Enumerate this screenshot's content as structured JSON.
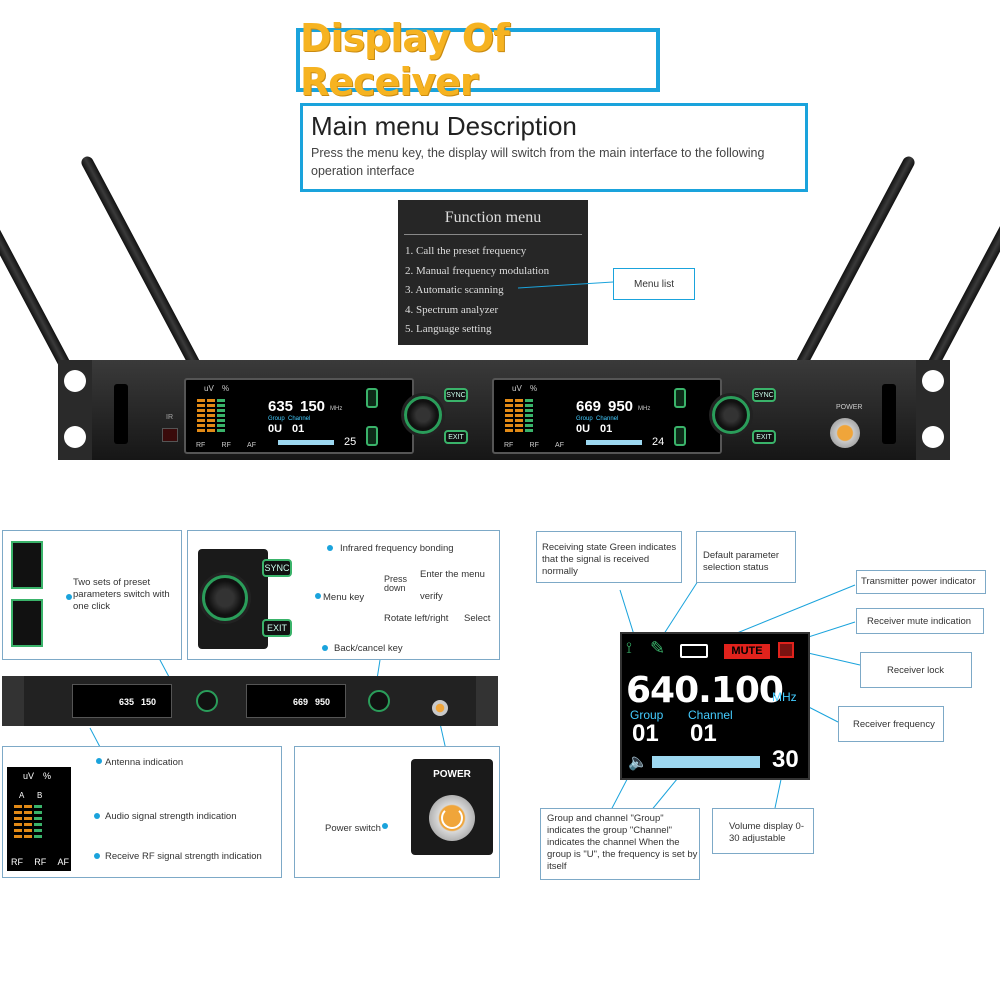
{
  "header": {
    "title": "Display Of Receiver",
    "subtitle": "Main menu Description",
    "description": "Press the menu key, the display will switch from the main interface to the following operation interface"
  },
  "function_menu": {
    "title": "Function menu",
    "items": [
      "1. Call the preset frequency",
      "2. Manual frequency modulation",
      "3. Automatic scanning",
      "4. Spectrum analyzer",
      "5. Language setting"
    ],
    "callout": "Menu list"
  },
  "receiver": {
    "ir_label": "IR",
    "power_label": "POWER",
    "sync_label": "SYNC",
    "exit_label": "EXIT",
    "meter_units": [
      "uV",
      "%"
    ],
    "meter_cols": [
      "RF",
      "RF",
      "AF"
    ],
    "group_label": "Group",
    "channel_label": "Channel",
    "ch1": {
      "freq": "635",
      "freq2": "150",
      "unit": "MHz",
      "group": "0U",
      "channel": "01",
      "volume": "25"
    },
    "ch2": {
      "freq": "669",
      "freq2": "950",
      "unit": "MHz",
      "group": "0U",
      "channel": "01",
      "volume": "24"
    }
  },
  "preset_callout": {
    "text": "Two sets of preset parameters switch with one click"
  },
  "menu_key_callout": {
    "infrared": "Infrared frequency bonding",
    "menu_key": "Menu key",
    "press_down": "Press down",
    "enter_menu": "Enter the menu",
    "verify": "verify",
    "rotate": "Rotate left/right",
    "select": "Select",
    "back": "Back/cancel key"
  },
  "meter_callout": {
    "antenna": "Antenna indication",
    "audio": "Audio signal strength indication",
    "rf": "Receive RF signal strength indication",
    "a": "A",
    "b": "B"
  },
  "power_callout": {
    "label": "POWER",
    "text": "Power switch"
  },
  "lcd": {
    "mute": "MUTE",
    "freq": "640.100",
    "unit": "MHz",
    "group_label": "Group",
    "channel_label": "Channel",
    "group": "01",
    "channel": "01",
    "volume": "30"
  },
  "lcd_callouts": {
    "receiving": "Receiving state Green indicates that the signal is received normally",
    "default": "Default parameter selection status",
    "tx_power": "Transmitter power indicator",
    "mute": "Receiver mute indication",
    "lock": "Receiver lock",
    "freq": "Receiver frequency",
    "group": "Group and channel \"Group\" indicates the group \"Channel\" indicates the channel When the group is \"U\", the frequency is set by itself",
    "volume": "Volume display 0-30 adjustable"
  },
  "colors": {
    "accent": "#1aa3dc",
    "title": "#f6b321",
    "mute": "#e0221c",
    "green": "#3ab36a",
    "lcd_text": "#ffffff"
  }
}
